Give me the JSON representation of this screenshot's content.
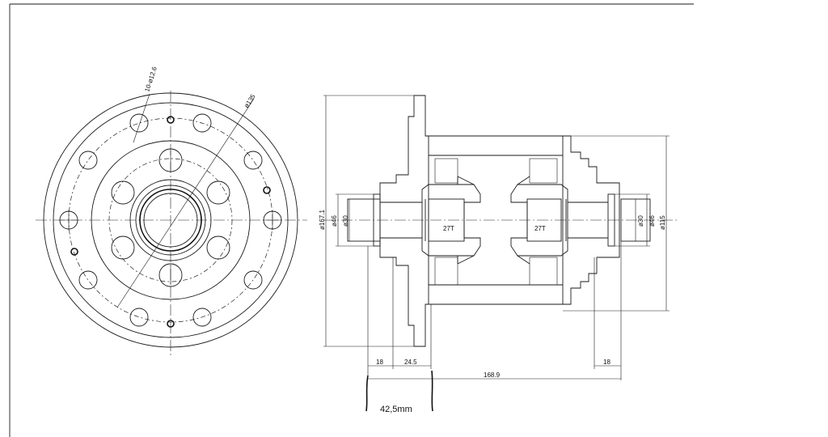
{
  "labels": {
    "holes": "10-ø12.6",
    "pcd": "ø135",
    "dia_167": "ø167.1",
    "dia_46_left": "ø46",
    "dia_30_left": "ø30",
    "dia_30_right": "ø30",
    "dia_46_right": "ø46",
    "dia_115": "ø115",
    "teeth_left": "27T",
    "teeth_right": "27T",
    "dim_18_left": "18",
    "dim_24_5": "24.5",
    "dim_168_9": "168.9",
    "dim_18_right": "18",
    "offset_note": "42,5mm"
  }
}
